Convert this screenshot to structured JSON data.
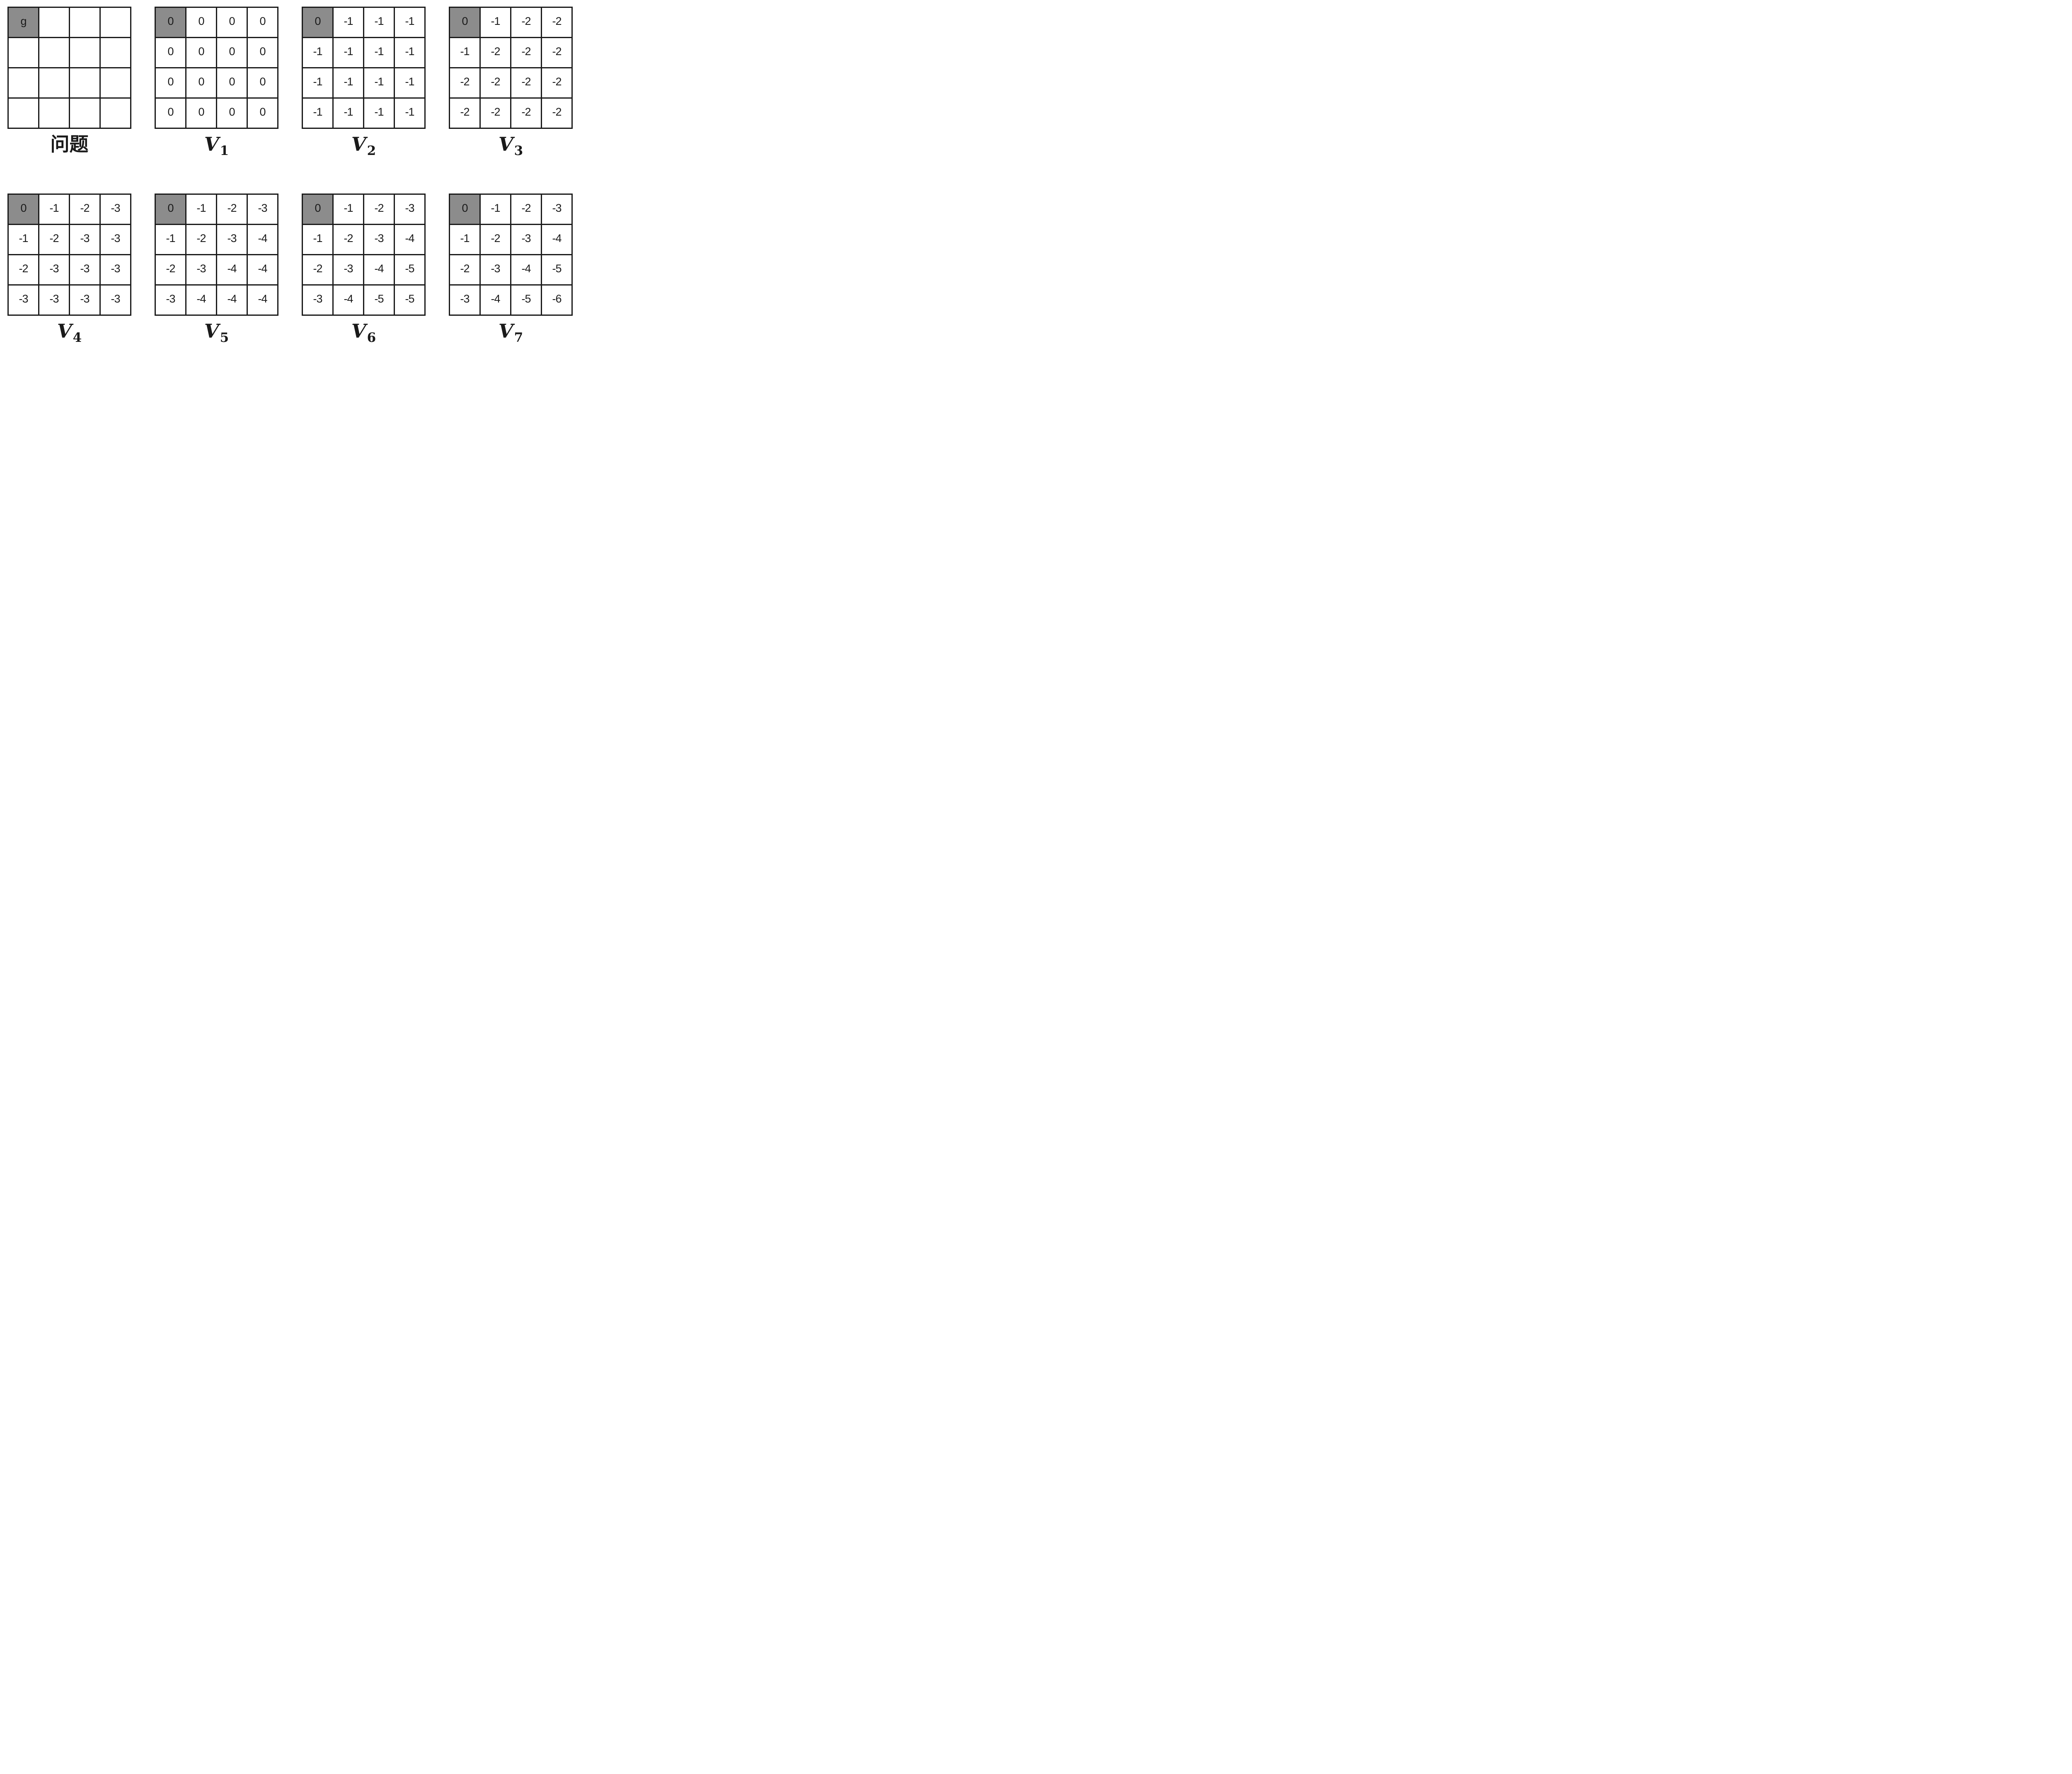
{
  "colors": {
    "highlight_cell": "#8c8c8c",
    "grid_line": "#1a1a1a",
    "background": "#ffffff",
    "text": "#1a1a1a"
  },
  "grids": [
    {
      "id": "problem",
      "label_main": "问题",
      "label_sub": "",
      "highlight_cell": [
        0,
        0
      ],
      "cells": [
        [
          "g",
          "",
          "",
          ""
        ],
        [
          "",
          "",
          "",
          ""
        ],
        [
          "",
          "",
          "",
          ""
        ],
        [
          "",
          "",
          "",
          ""
        ]
      ]
    },
    {
      "id": "v1",
      "label_main": "V",
      "label_sub": "1",
      "highlight_cell": [
        0,
        0
      ],
      "cells": [
        [
          "0",
          "0",
          "0",
          "0"
        ],
        [
          "0",
          "0",
          "0",
          "0"
        ],
        [
          "0",
          "0",
          "0",
          "0"
        ],
        [
          "0",
          "0",
          "0",
          "0"
        ]
      ]
    },
    {
      "id": "v2",
      "label_main": "V",
      "label_sub": "2",
      "highlight_cell": [
        0,
        0
      ],
      "cells": [
        [
          "0",
          "-1",
          "-1",
          "-1"
        ],
        [
          "-1",
          "-1",
          "-1",
          "-1"
        ],
        [
          "-1",
          "-1",
          "-1",
          "-1"
        ],
        [
          "-1",
          "-1",
          "-1",
          "-1"
        ]
      ]
    },
    {
      "id": "v3",
      "label_main": "V",
      "label_sub": "3",
      "highlight_cell": [
        0,
        0
      ],
      "cells": [
        [
          "0",
          "-1",
          "-2",
          "-2"
        ],
        [
          "-1",
          "-2",
          "-2",
          "-2"
        ],
        [
          "-2",
          "-2",
          "-2",
          "-2"
        ],
        [
          "-2",
          "-2",
          "-2",
          "-2"
        ]
      ]
    },
    {
      "id": "v4",
      "label_main": "V",
      "label_sub": "4",
      "highlight_cell": [
        0,
        0
      ],
      "cells": [
        [
          "0",
          "-1",
          "-2",
          "-3"
        ],
        [
          "-1",
          "-2",
          "-3",
          "-3"
        ],
        [
          "-2",
          "-3",
          "-3",
          "-3"
        ],
        [
          "-3",
          "-3",
          "-3",
          "-3"
        ]
      ]
    },
    {
      "id": "v5",
      "label_main": "V",
      "label_sub": "5",
      "highlight_cell": [
        0,
        0
      ],
      "cells": [
        [
          "0",
          "-1",
          "-2",
          "-3"
        ],
        [
          "-1",
          "-2",
          "-3",
          "-4"
        ],
        [
          "-2",
          "-3",
          "-4",
          "-4"
        ],
        [
          "-3",
          "-4",
          "-4",
          "-4"
        ]
      ]
    },
    {
      "id": "v6",
      "label_main": "V",
      "label_sub": "6",
      "highlight_cell": [
        0,
        0
      ],
      "cells": [
        [
          "0",
          "-1",
          "-2",
          "-3"
        ],
        [
          "-1",
          "-2",
          "-3",
          "-4"
        ],
        [
          "-2",
          "-3",
          "-4",
          "-5"
        ],
        [
          "-3",
          "-4",
          "-5",
          "-5"
        ]
      ]
    },
    {
      "id": "v7",
      "label_main": "V",
      "label_sub": "7",
      "highlight_cell": [
        0,
        0
      ],
      "cells": [
        [
          "0",
          "-1",
          "-2",
          "-3"
        ],
        [
          "-1",
          "-2",
          "-3",
          "-4"
        ],
        [
          "-2",
          "-3",
          "-4",
          "-5"
        ],
        [
          "-3",
          "-4",
          "-5",
          "-6"
        ]
      ]
    }
  ]
}
